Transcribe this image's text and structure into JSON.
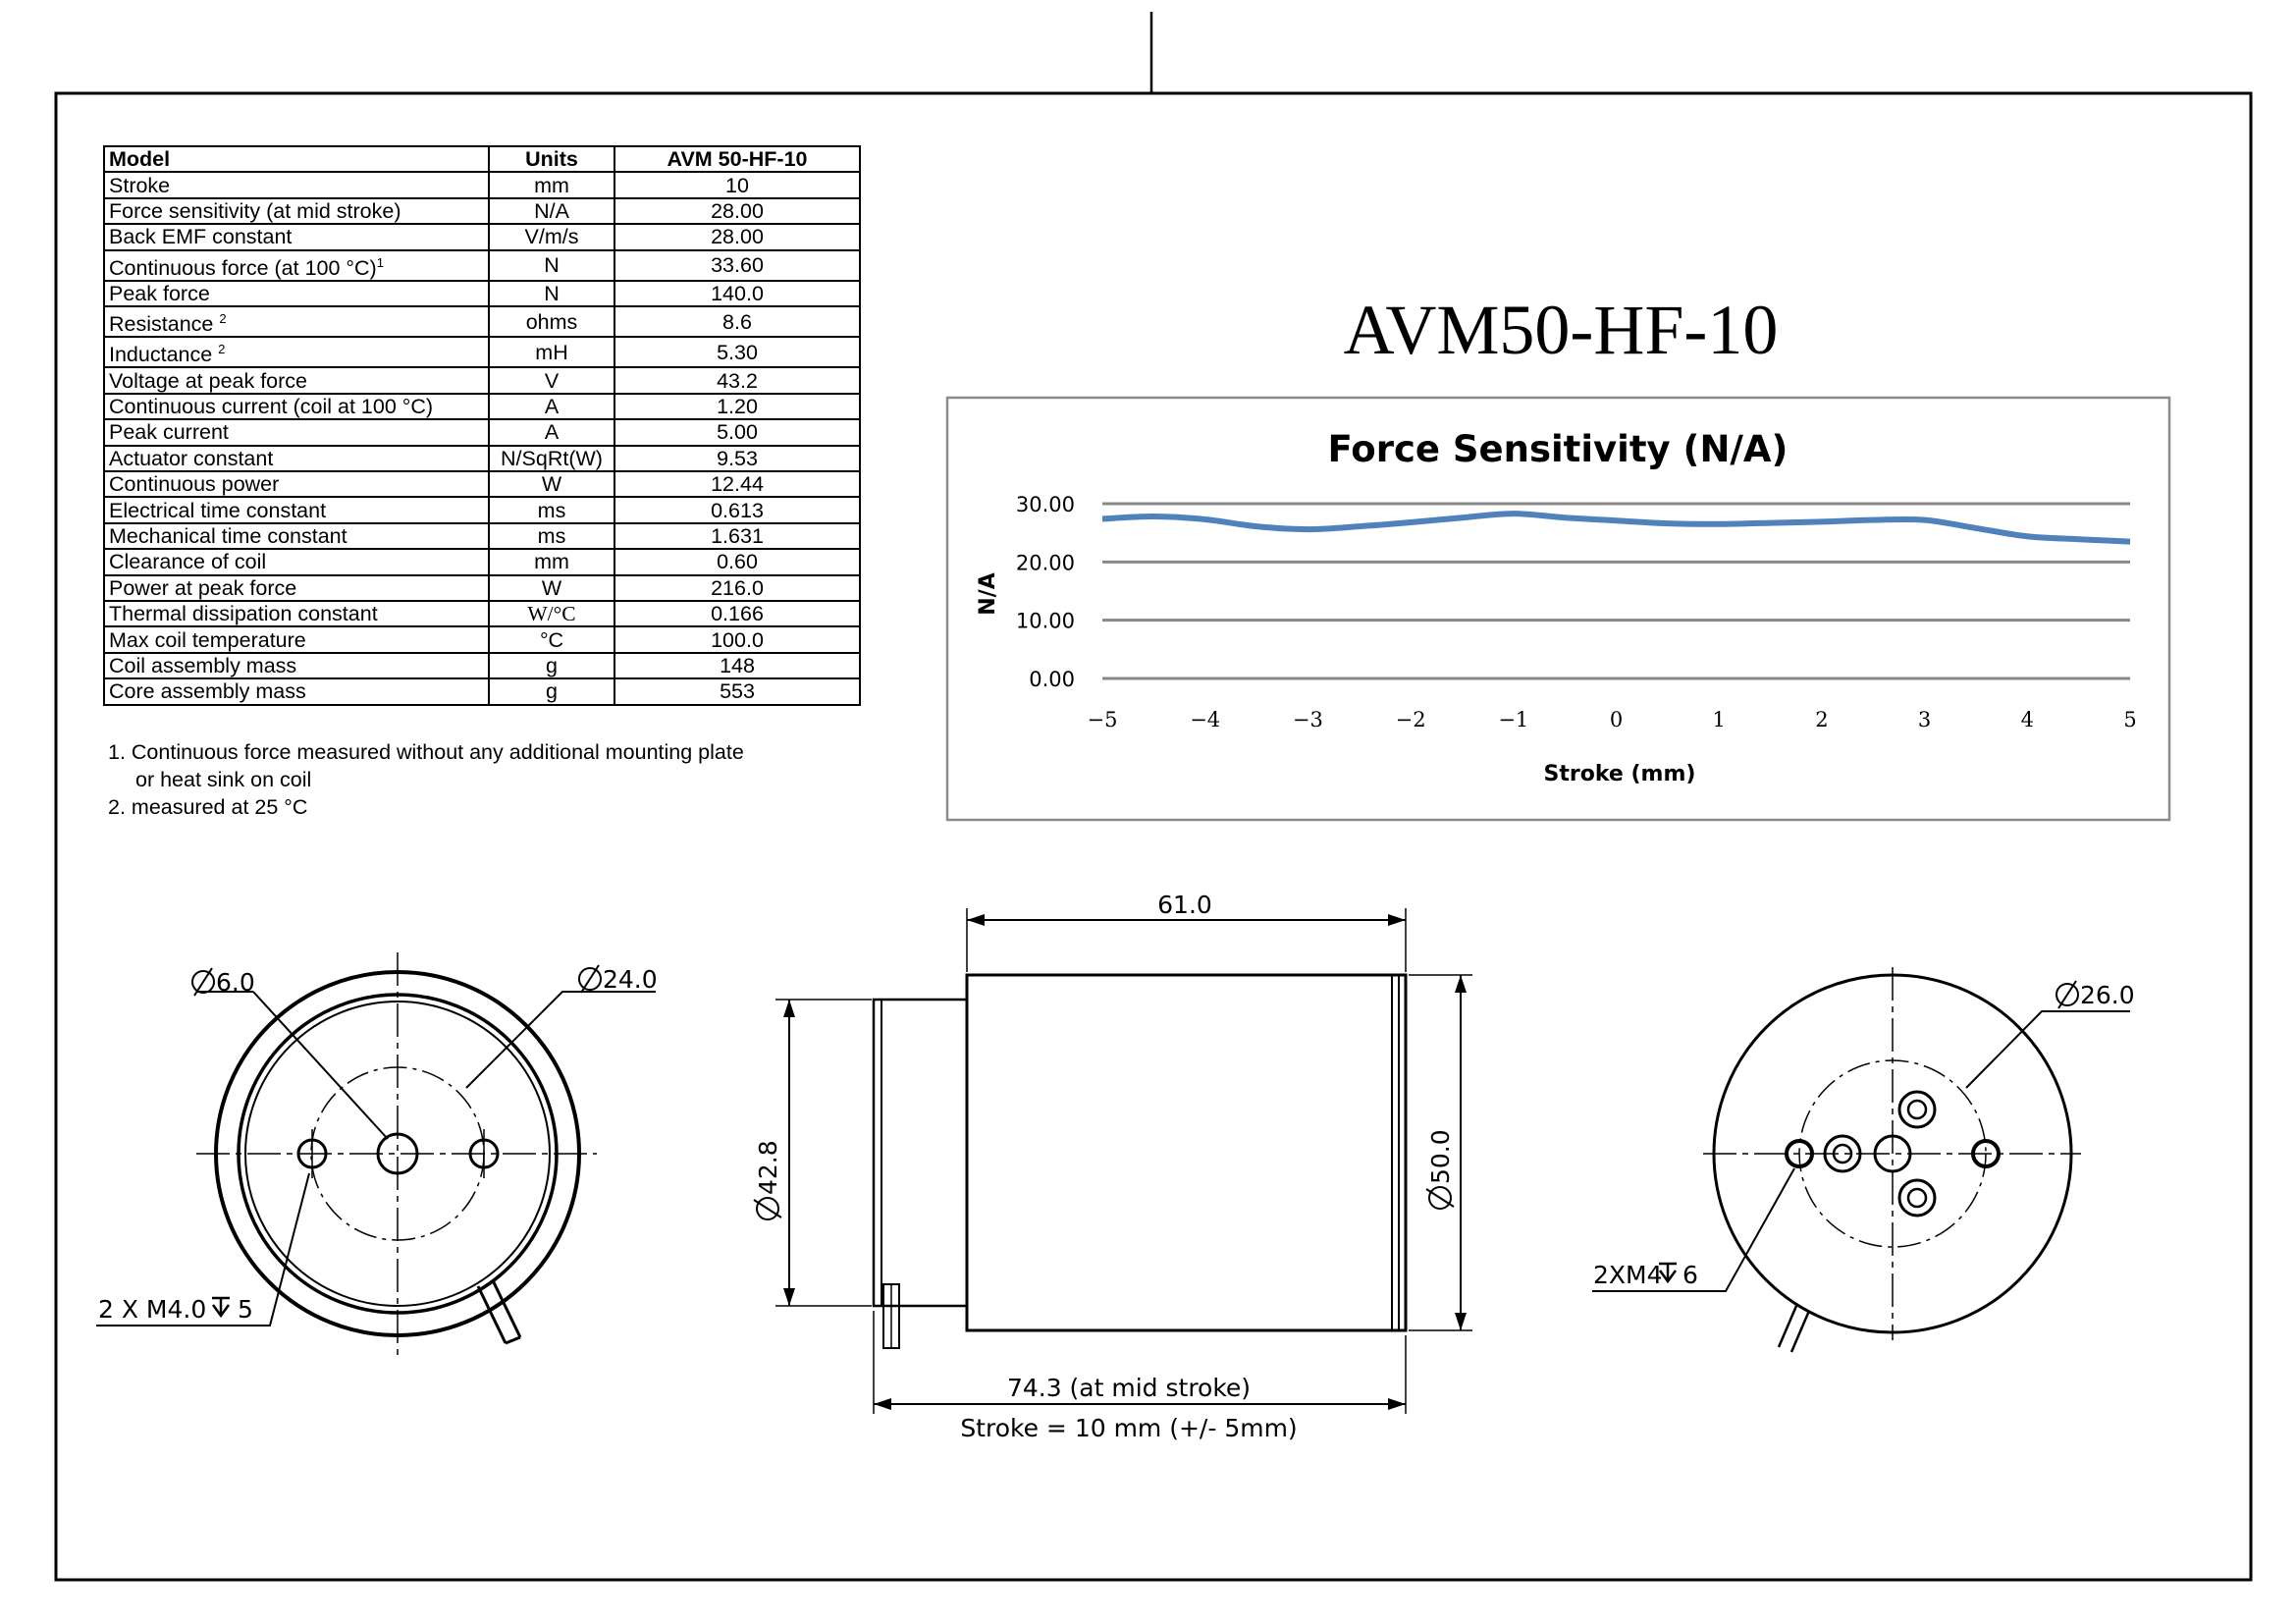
{
  "product_title": "AVM50-HF-10",
  "spec_table": {
    "headers": [
      "Model",
      "Units",
      "AVM 50-HF-10"
    ],
    "rows": [
      {
        "param": "Stroke",
        "note": "",
        "unit": "mm",
        "value": "10"
      },
      {
        "param": "Force sensitivity (at mid stroke)",
        "note": "",
        "unit": "N/A",
        "value": "28.00"
      },
      {
        "param": "Back EMF constant",
        "note": "",
        "unit": "V/m/s",
        "value": "28.00"
      },
      {
        "param": "Continuous force (at 100 °C)",
        "note": "1",
        "unit": "N",
        "value": "33.60"
      },
      {
        "param": "Peak force",
        "note": "",
        "unit": "N",
        "value": "140.0"
      },
      {
        "param": "Resistance ",
        "note": "2",
        "unit": "ohms",
        "value": "8.6"
      },
      {
        "param": "Inductance ",
        "note": "2",
        "unit": "mH",
        "value": "5.30"
      },
      {
        "param": "Voltage at peak force",
        "note": "",
        "unit": "V",
        "value": "43.2"
      },
      {
        "param": "Continuous current (coil at 100 °C)",
        "note": "",
        "unit": "A",
        "value": "1.20"
      },
      {
        "param": "Peak current",
        "note": "",
        "unit": "A",
        "value": "5.00"
      },
      {
        "param": "Actuator constant",
        "note": "",
        "unit": "N/SqRt(W)",
        "value": "9.53"
      },
      {
        "param": "Continuous power",
        "note": "",
        "unit": "W",
        "value": "12.44"
      },
      {
        "param": "Electrical time constant",
        "note": "",
        "unit": "ms",
        "value": "0.613"
      },
      {
        "param": "Mechanical time constant",
        "note": "",
        "unit": "ms",
        "value": "1.631"
      },
      {
        "param": "Clearance of coil",
        "note": "",
        "unit": "mm",
        "value": "0.60"
      },
      {
        "param": "Power at peak force",
        "note": "",
        "unit": "W",
        "value": "216.0"
      },
      {
        "param": "Thermal dissipation constant",
        "note": "",
        "unit": "W/°C",
        "value": "0.166"
      },
      {
        "param": "Max coil temperature",
        "note": "",
        "unit": "°C",
        "value": "100.0"
      },
      {
        "param": "Coil assembly mass",
        "note": "",
        "unit": "g",
        "value": "148"
      },
      {
        "param": "Core assembly mass",
        "note": "",
        "unit": "g",
        "value": "553"
      }
    ]
  },
  "notes": [
    "1. Continuous force measured without any additional mounting plate",
    "or heat sink on coil",
    "2. measured at 25 °C"
  ],
  "chart_data": {
    "type": "line",
    "title": "Force Sensitivity (N/A)",
    "xlabel": "Stroke (mm)",
    "ylabel": "N/A",
    "xlim": [
      -5,
      5
    ],
    "ylim": [
      0,
      30
    ],
    "x_ticks": [
      "−5",
      "−4",
      "−3",
      "−2",
      "−1",
      "0",
      "1",
      "2",
      "3",
      "4",
      "5"
    ],
    "y_ticks": [
      "0.00",
      "10.00",
      "20.00",
      "30.00"
    ],
    "grid": true,
    "series": [
      {
        "color": "#4f81bd",
        "x": [
          -5,
          -4.5,
          -4,
          -3.5,
          -3,
          -2.5,
          -2,
          -1.5,
          -1,
          -0.5,
          0,
          0.5,
          1,
          1.5,
          2,
          2.5,
          3,
          3.5,
          4,
          4.5,
          5
        ],
        "y": [
          27.4,
          27.8,
          27.3,
          26.1,
          25.6,
          26.1,
          26.8,
          27.6,
          28.3,
          27.6,
          27.1,
          26.6,
          26.5,
          26.7,
          26.9,
          27.2,
          27.2,
          25.8,
          24.4,
          23.9,
          23.5
        ]
      }
    ]
  },
  "dimensions": {
    "left_view": {
      "d_small": "6.0",
      "d_circle": "24.0",
      "thread": "2 X M4.0",
      "depth": "5"
    },
    "side_view": {
      "length": "61.0",
      "d_coil": "42.8",
      "d_body": "50.0",
      "total_length": "74.3 (at mid stroke)",
      "stroke_note": "Stroke = 10 mm (+/- 5mm)"
    },
    "right_view": {
      "d_circle": "26.0",
      "thread": "2XM4",
      "depth": "6"
    }
  }
}
